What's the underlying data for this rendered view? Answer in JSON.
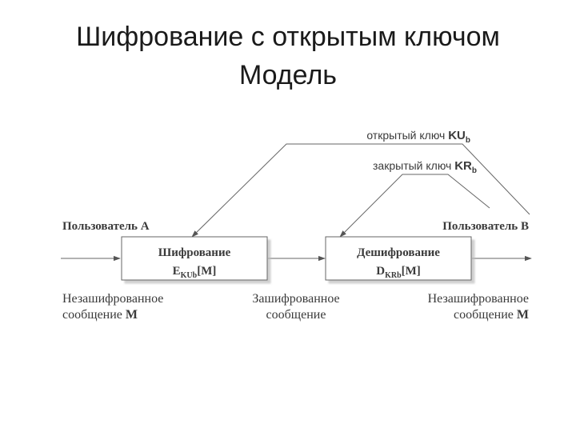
{
  "title": {
    "line1": "Шифрование с открытым ключом",
    "line2": "Модель"
  },
  "diagram": {
    "public_key_label": "открытый ключ ",
    "public_key_symbol": "KU",
    "public_key_subscript": "b",
    "private_key_label": "закрытый ключ ",
    "private_key_symbol": "KR",
    "private_key_subscript": "b",
    "user_a": "Пользователь А",
    "user_b": "Пользователь В",
    "encrypt_box": {
      "title": "Шифрование",
      "formula_main": "E",
      "formula_sub": "KUb",
      "formula_arg": "[M]"
    },
    "decrypt_box": {
      "title": "Дешифрование",
      "formula_main": "D",
      "formula_sub": "KRb",
      "formula_arg": "[M]"
    },
    "plaintext_left": {
      "line1": "Незашифрованное",
      "line2": "сообщение ",
      "symbol": "M"
    },
    "ciphertext": {
      "line1": "Зашифрованное",
      "line2": "сообщение"
    },
    "plaintext_right": {
      "line1": "Незашифрованное",
      "line2": "сообщение ",
      "symbol": "M"
    }
  }
}
